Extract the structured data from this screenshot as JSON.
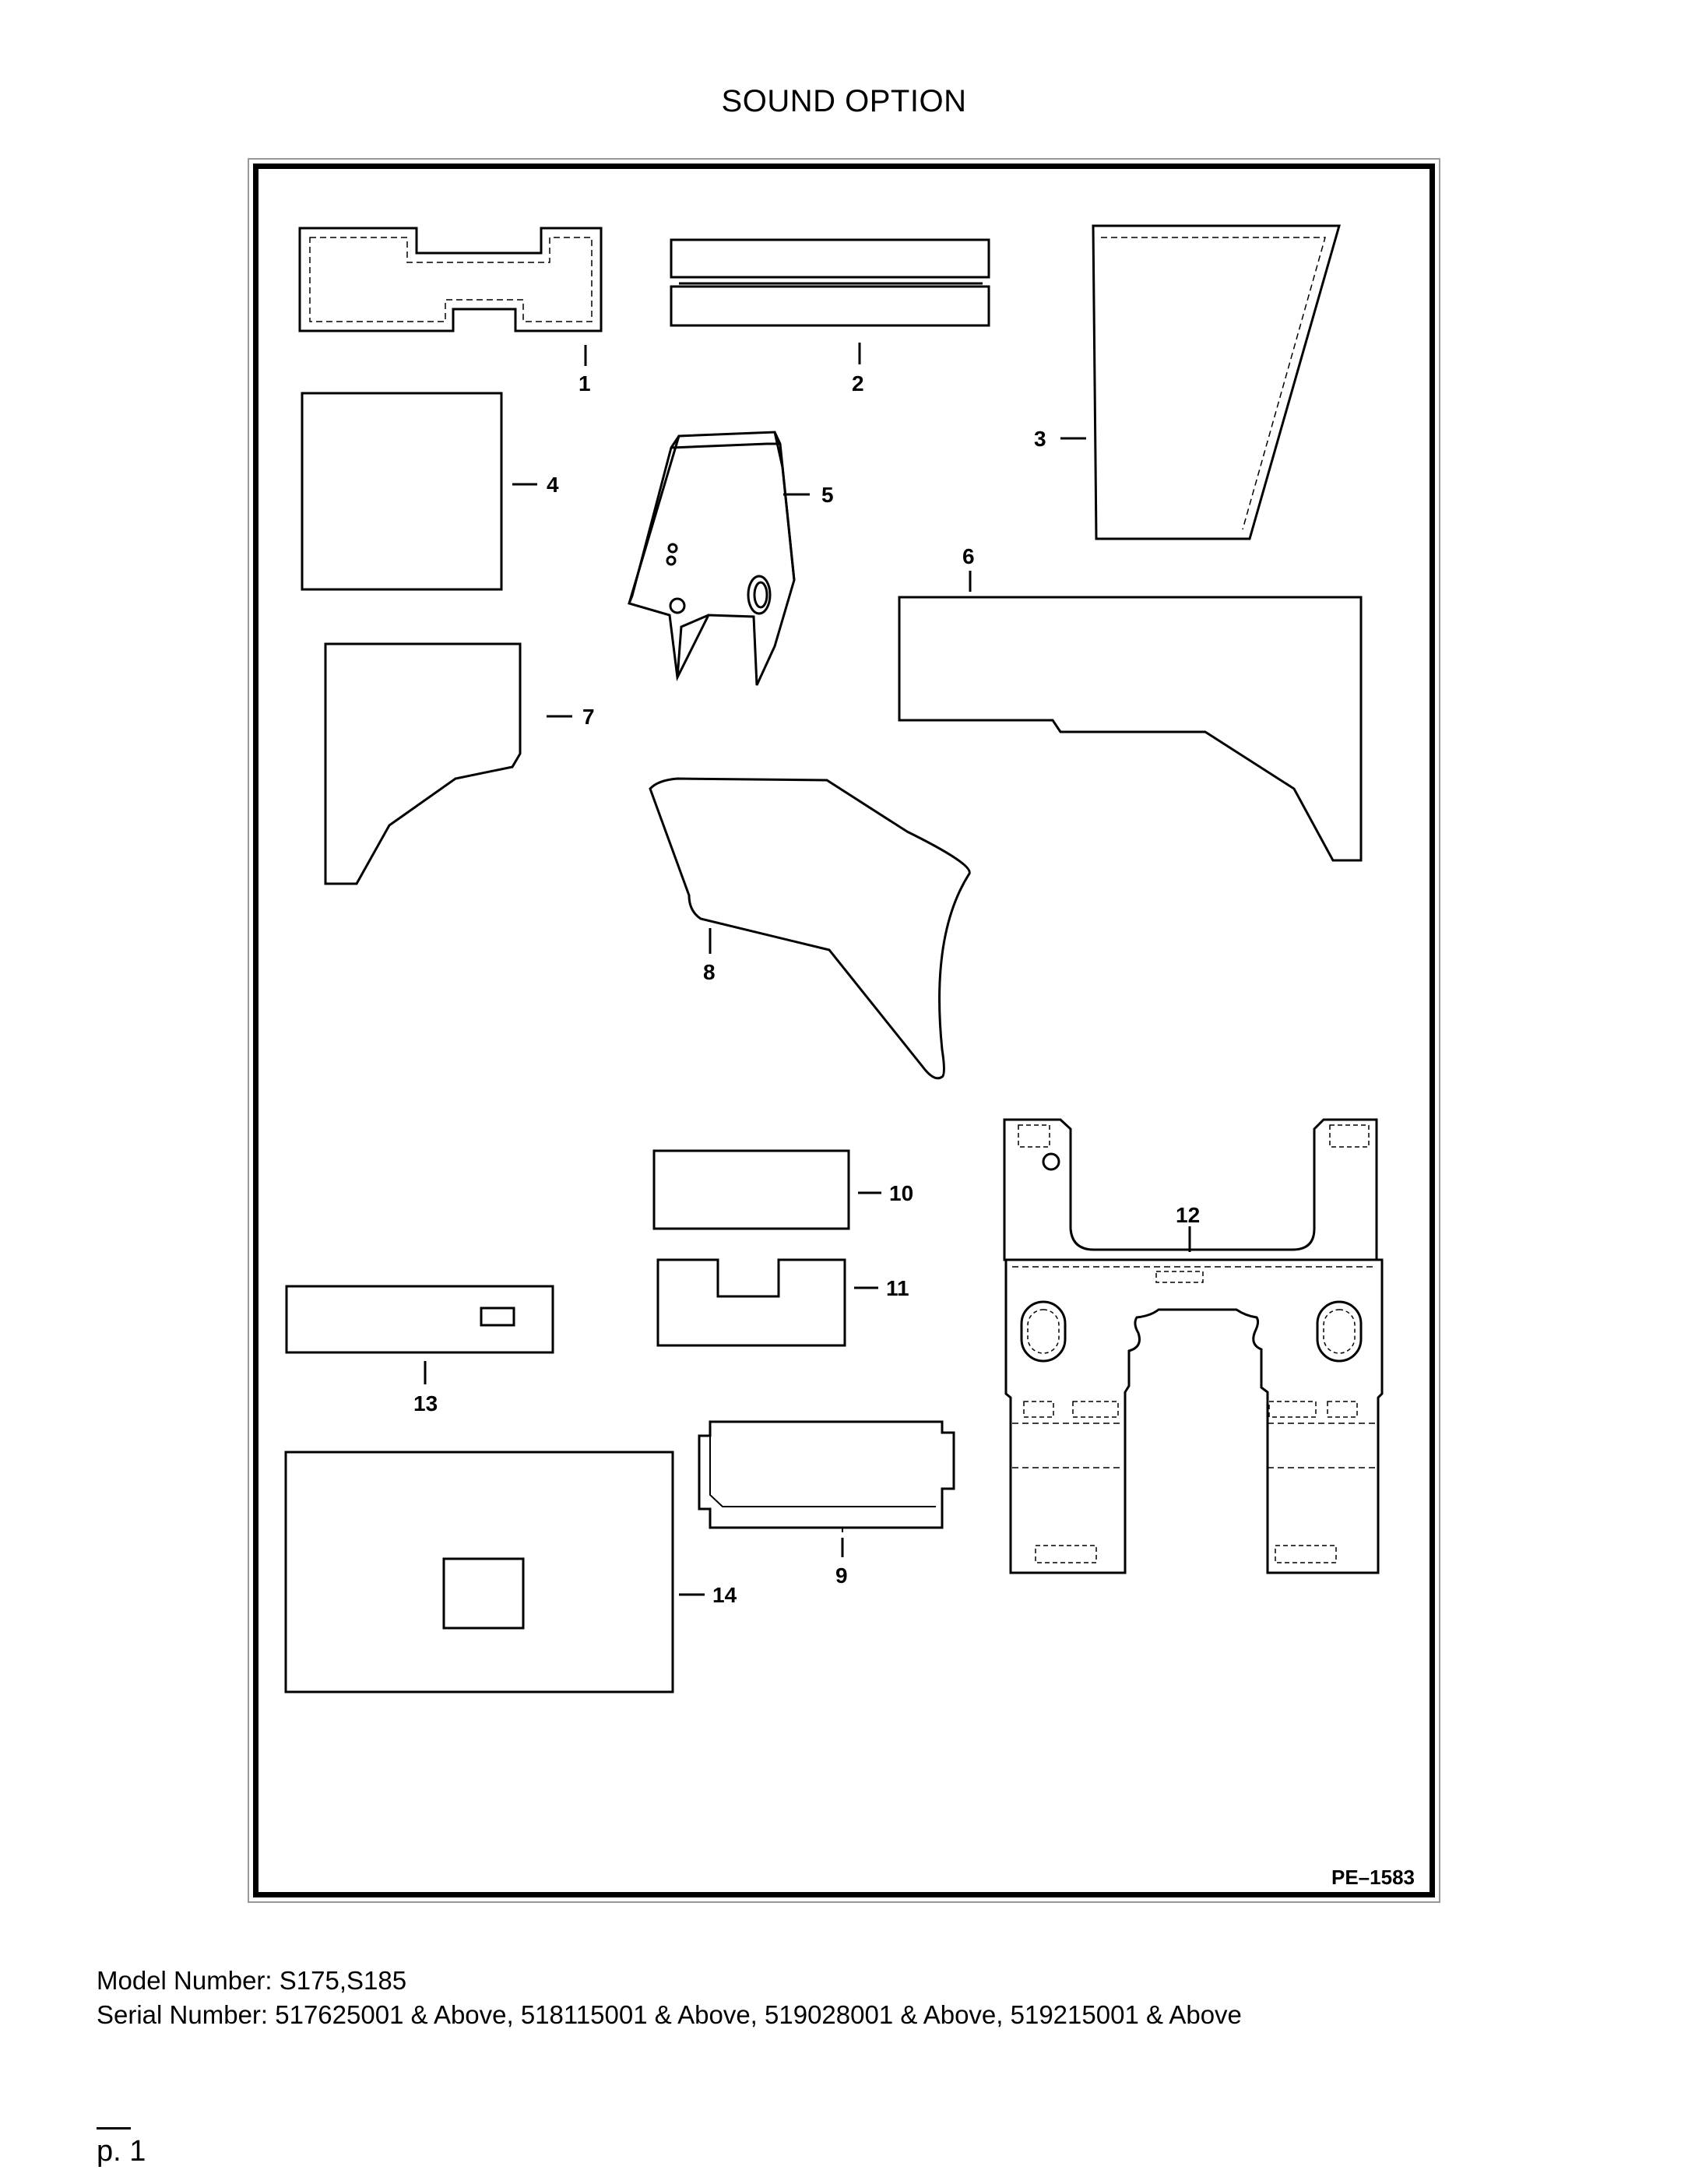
{
  "title": "SOUND OPTION",
  "figure_code": "PE–1583",
  "callouts": {
    "c1": "1",
    "c2": "2",
    "c3": "3",
    "c4": "4",
    "c5": "5",
    "c6": "6",
    "c7": "7",
    "c8": "8",
    "c9": "9",
    "c10": "10",
    "c11": "11",
    "c12": "12",
    "c13": "13",
    "c14": "14"
  },
  "model_number": "Model Number: S175,S185",
  "serial_number": "Serial Number: 517625001 & Above, 518115001 & Above, 519028001 & Above, 519215001 & Above",
  "page": "p. 1"
}
